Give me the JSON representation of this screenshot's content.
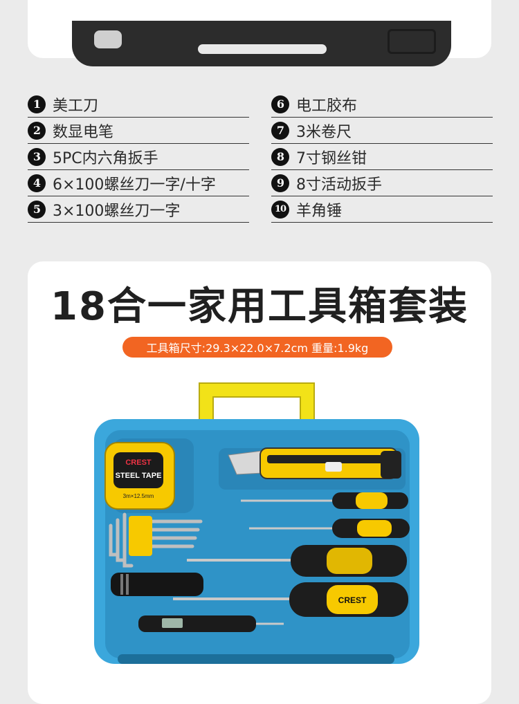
{
  "parts_list": {
    "left": [
      {
        "num": "1",
        "label": "美工刀"
      },
      {
        "num": "2",
        "label": "数显电笔"
      },
      {
        "num": "3",
        "label": "5PC内六角扳手"
      },
      {
        "num": "4",
        "label": "6×100螺丝刀一字/十字"
      },
      {
        "num": "5",
        "label": "3×100螺丝刀一字"
      }
    ],
    "right": [
      {
        "num": "6",
        "label": "电工胶布"
      },
      {
        "num": "7",
        "label": "3米卷尺"
      },
      {
        "num": "8",
        "label": "7寸钢丝钳"
      },
      {
        "num": "9",
        "label": "8寸活动扳手"
      },
      {
        "num": "10",
        "label": "羊角锤"
      }
    ]
  },
  "product": {
    "title": "18合一家用工具箱套装",
    "spec": "工具箱尺寸:29.3×22.0×7.2cm 重量:1.9kg"
  },
  "image_text": {
    "tape_brand": "CREST",
    "tape_label": "STEEL TAPE",
    "tape_size": "3m×12.5mm",
    "screwdriver_brand": "CREST"
  },
  "colors": {
    "accent_orange": "#f26522",
    "case_blue": "#3ba7dc",
    "handle_yellow": "#f2e218",
    "tool_yellow": "#f5c400"
  }
}
